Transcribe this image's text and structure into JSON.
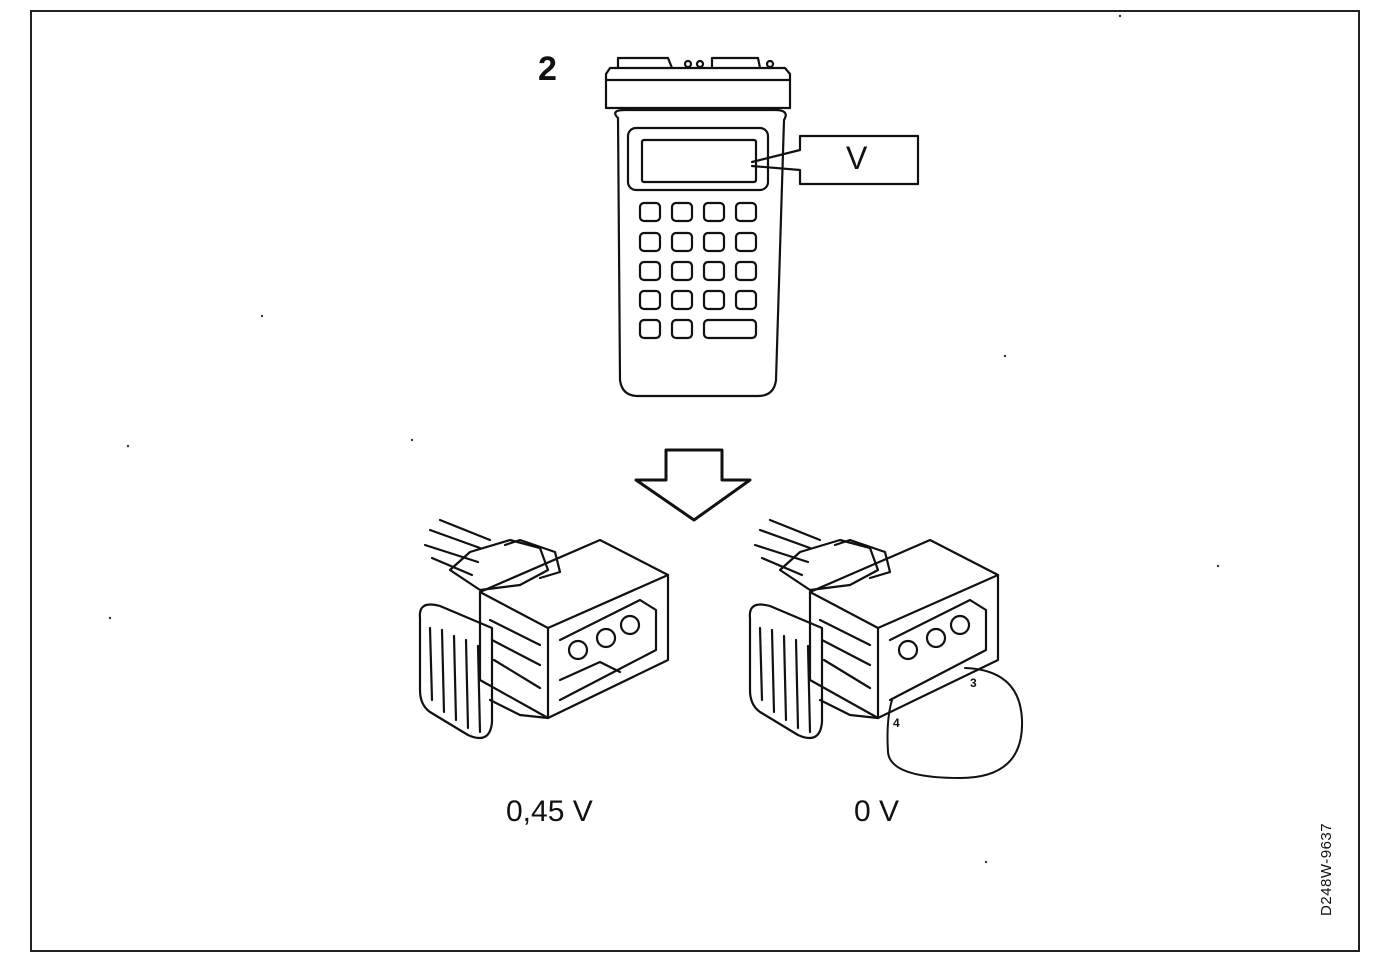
{
  "diagram": {
    "step_number": "2",
    "display_label": "V",
    "left_reading": "0,45 V",
    "right_reading": "0 V",
    "pin_labels": {
      "pin3": "3",
      "pin4": "4"
    },
    "figure_code": "D248W-9637"
  }
}
